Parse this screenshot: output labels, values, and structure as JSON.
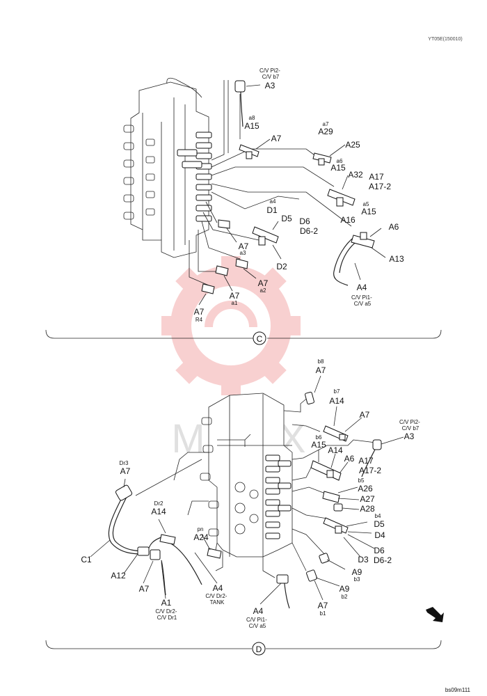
{
  "header": {
    "ref_code": "YT05E(150010)"
  },
  "footer": {
    "page_code": "bs09m111"
  },
  "watermark": {
    "brand_text": "MITEX"
  },
  "view_c": {
    "section_label": "C",
    "labels": {
      "a3_port": "C/V Pi2-\nC/V b7",
      "a3": "A3",
      "a15_top_sub": "a8",
      "a15_top": "A15",
      "a7_top": "A7",
      "a29_sub": "a7",
      "a29": "A29",
      "a25": "A25",
      "a15_mid_sub": "a6",
      "a15_mid": "A15",
      "a32": "A32",
      "a17": "A17",
      "a17_2": "A17-2",
      "a16": "A16",
      "a15_low_sub": "a5",
      "a15_low": "A15",
      "a6": "A6",
      "a13": "A13",
      "a4": "A4",
      "a4_port": "C/V Pi1-\nC/V a5",
      "d1_sub": "a4",
      "d1": "D1",
      "d5": "D5",
      "d6": "D6",
      "d6_2": "D6-2",
      "d2": "D2",
      "a7_a3": "A7",
      "a7_a3_sub": "a3",
      "a7_a2": "A7",
      "a7_a2_sub": "a2",
      "a7_a1": "A7",
      "a7_a1_sub": "a1",
      "a7_r4": "A7",
      "a7_r4_sub": "R4"
    }
  },
  "view_d": {
    "section_label": "D",
    "labels": {
      "a7_b8_sub": "b8",
      "a7_b8": "A7",
      "a14_b7_sub": "b7",
      "a14_b7": "A14",
      "a7_right": "A7",
      "a3_port": "C/V Pi2-\nC/V b7",
      "a3": "A3",
      "a15_b6_sub": "b6",
      "a15_b6": "A15",
      "a14_mid": "A14",
      "a6": "A6",
      "a17": "A17",
      "a17_2": "A17-2",
      "a26_sub": "b5",
      "a26": "A26",
      "a27": "A27",
      "a28": "A28",
      "d5_sub": "b4",
      "d5": "D5",
      "d4": "D4",
      "d6": "D6",
      "d6_2": "D6-2",
      "d3": "D3",
      "a9_b3": "A9",
      "a9_b3_sub": "b3",
      "a9_b2": "A9",
      "a9_b2_sub": "b2",
      "a7_b1": "A7",
      "a7_b1_sub": "b1",
      "a4_bottom": "A4",
      "a4_bottom_port": "C/V Pi1-\nC/V a5",
      "a7_dr3_sub": "Dr3",
      "a7_dr3": "A7",
      "a14_dr2_sub": "Dr2",
      "a14_dr2": "A14",
      "a24_sub": "pn",
      "a24": "A24",
      "a4_left": "A4",
      "a4_left_port": "C/V Dr2-\nTANK",
      "c1": "C1",
      "a12": "A12",
      "a7_left": "A7",
      "a1": "A1",
      "a1_port": "C/V Dr2-\nC/V Dr1"
    }
  }
}
